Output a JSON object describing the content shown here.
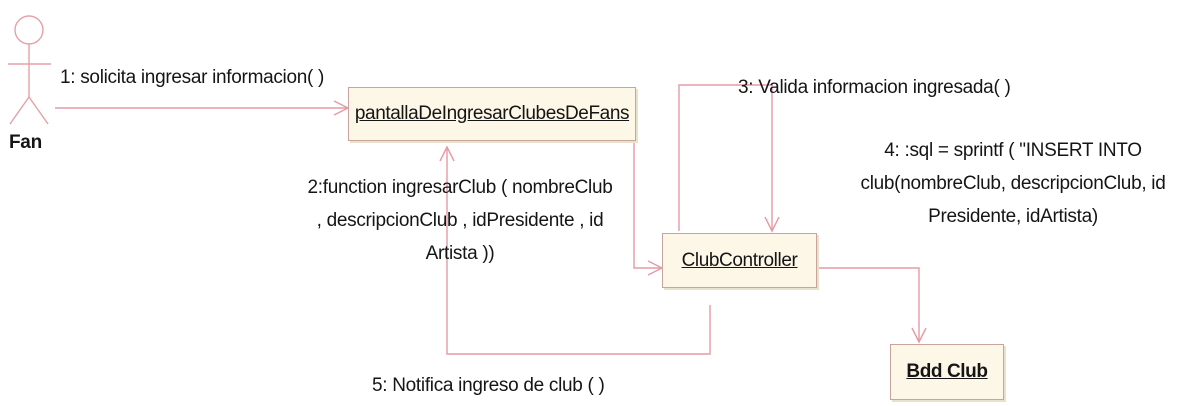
{
  "actor": {
    "name": "Fan",
    "icon": "actor-stick-figure-icon"
  },
  "objects": {
    "screen": "pantallaDeIngresarClubesDeFans",
    "controller": "ClubController",
    "database": "Bdd Club"
  },
  "messages": {
    "m1": "1: solicita ingresar informacion( )",
    "m2": [
      "2:function ingresarClub ( nombreClub",
      ", descripcionClub , idPresidente , id",
      "Artista ))"
    ],
    "m3": "3: Valida informacion ingresada( )",
    "m4": [
      "4: :sql = sprintf ( \"INSERT INTO",
      "club(nombreClub, descripcionClub, id",
      "Presidente, idArtista)"
    ],
    "m5": "5: Notifica ingreso de club ( )"
  },
  "colors": {
    "line": "#e59aa6",
    "arrow": "#e38e9c",
    "box_fill": "#fcf7e6",
    "box_border": "#c9a39e"
  }
}
